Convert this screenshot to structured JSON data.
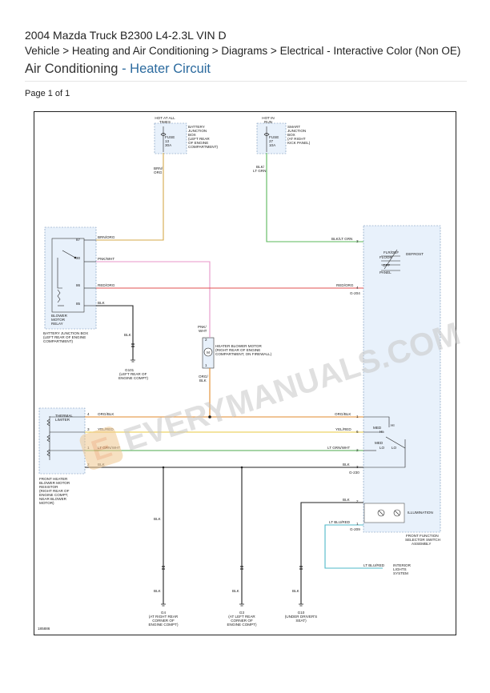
{
  "header": {
    "title": "2004 Mazda Truck B2300 L4-2.3L VIN D",
    "breadcrumb": "Vehicle > Heating and Air Conditioning > Diagrams > Electrical - Interactive Color (Non OE)",
    "section": "Air Conditioning",
    "section_sep": " - ",
    "subsection": "Heater Circuit",
    "page_info": "Page 1 of 1"
  },
  "diagram": {
    "figure_id": "185886",
    "watermark": "EVERYMANUALS.COM",
    "colors": {
      "brn_org": "#d4a84a",
      "lt_grn": "#5bb95b",
      "pnk_wht": "#e896c8",
      "red_org": "#e05050",
      "blk": "#222222",
      "org_blk": "#e28a2c",
      "yel_red": "#e8c840",
      "lt_grn_wht": "#4caa4c",
      "lt_blu_red": "#4fb8c8",
      "box_fill": "#e8f1fb",
      "box_border": "#6e8fb5"
    },
    "fuse1": {
      "hot": [
        "HOT AT ALL",
        "TIMES"
      ],
      "fuse": [
        "FUSE",
        "13",
        "30A"
      ],
      "location": [
        "BATTERY",
        "JUNCTION",
        "BOX",
        "(LEFT REAR",
        "OF ENGINE",
        "COMPARTMENT)"
      ],
      "wire": [
        "BRN/",
        "ORG"
      ]
    },
    "fuse2": {
      "hot": [
        "HOT IN",
        "RUN"
      ],
      "fuse": [
        "FUSE",
        "27",
        "10A"
      ],
      "location": [
        "SMART",
        "JUNCTION",
        "BOX",
        "(AT RIGHT",
        "KICK PANEL)"
      ],
      "wire": [
        "BLK/",
        "LT GRN"
      ]
    },
    "relay": {
      "pins": [
        "87",
        "30",
        "86",
        "85"
      ],
      "wires": [
        "BRN/ORG",
        "PNK/WHT",
        "RED/ORG",
        "BLK"
      ],
      "relay_label": [
        "BLOWER",
        "MOTOR",
        "RELAY"
      ],
      "box_label": [
        "BATTERY JUNCTION BOX",
        "(LEFT REAR OF ENGINE",
        "COMPARTMENT)"
      ]
    },
    "motor": {
      "label": [
        "HEATER BLOWER MOTOR",
        "(RIGHT REAR OF ENGINE",
        "COMPARTMENT, ON FIREWALL)"
      ],
      "wire_top": [
        "PNK/",
        "WHT"
      ],
      "wire_bottom": [
        "ORG/",
        "BLK"
      ],
      "pins": [
        "2",
        "1"
      ],
      "symbol": "M"
    },
    "ground1": {
      "wire": "BLK",
      "label": [
        "G101",
        "(LEFT REAR OF",
        "ENGINE COMPT)"
      ]
    },
    "resistor": {
      "label": [
        "FRONT HEATER",
        "BLOWER MOTOR",
        "RESISTOR",
        "(RIGHT REAR OF",
        "ENGINE COMPT,",
        "NEAR BLOWER",
        "MOTOR)"
      ],
      "limiter": [
        "THERMAL",
        "LIMITER"
      ],
      "pins": [
        "4",
        "3",
        "1",
        "2"
      ],
      "wires": [
        "ORG/BLK",
        "YEL/RED",
        "LT GRN/WHT",
        "BLK"
      ]
    },
    "switch": {
      "label": [
        "FRONT FUNCTION",
        "SELECTOR SWITCH",
        "ASSEMBLY"
      ],
      "modes": [
        "FLR/DEF",
        "FLOOR",
        "DEFROST",
        "OFF",
        "PANEL"
      ],
      "speeds": [
        "HI",
        "MED",
        "HI",
        "MED",
        "LO",
        "LO"
      ],
      "illumination": "ILLUMINATION",
      "pins_top": [
        "3",
        "4"
      ],
      "pins_res": [
        "1",
        "6",
        "2",
        "3"
      ],
      "pins_illum": [
        "2",
        "1"
      ],
      "connectors": [
        "G-204",
        "G-230",
        "G-209"
      ],
      "wires": [
        "BLK/LT GRN",
        "RED/ORG",
        "ORG/BLK",
        "YEL/RED",
        "LT GRN/WHT",
        "BLK",
        "BLK",
        "LT BLU/RED"
      ]
    },
    "interior": {
      "label": [
        "INTERIOR",
        "LIGHTS",
        "SYSTEM"
      ],
      "wire": "LT BLU/RED"
    },
    "grounds": [
      {
        "wire": "BLK",
        "name": "G4",
        "loc": [
          "(AT RIGHT REAR",
          "CORNER OF",
          "ENGINE COMPT)"
        ]
      },
      {
        "wire": "BLK",
        "name": "G3",
        "loc": [
          "(AT LEFT REAR",
          "CORNER OF",
          "ENGINE COMPT)"
        ]
      },
      {
        "wire": "BLK",
        "name": "G10",
        "loc": [
          "(UNDER DRIVER'S",
          "SEAT)"
        ]
      }
    ]
  }
}
